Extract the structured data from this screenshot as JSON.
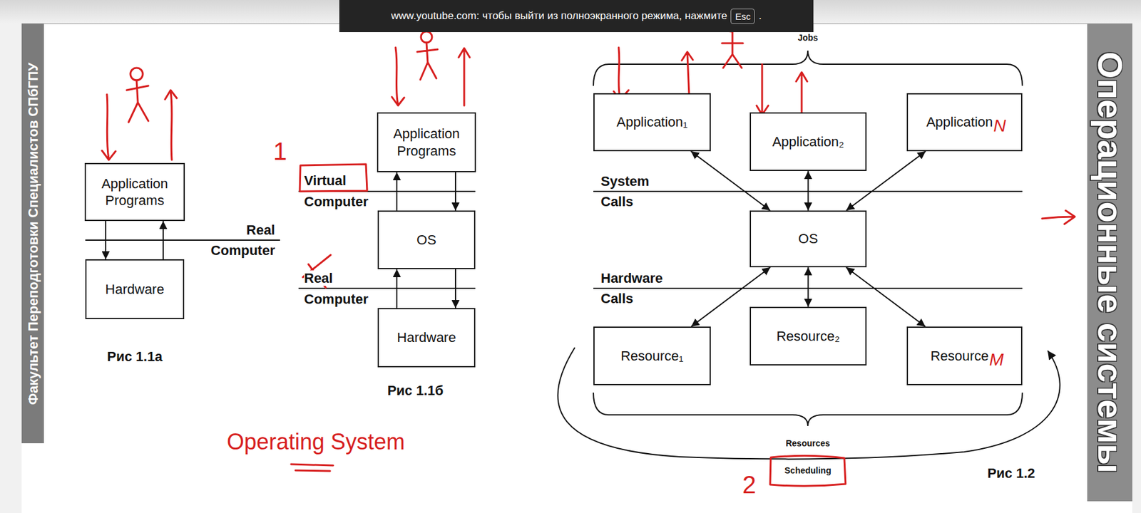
{
  "diagram": {
    "title": "Операционные системы",
    "nodes": [
      {
        "text": [
          "Application Programs"
        ]
      },
      {
        "text": [
          "Hardware"
        ]
      },
      {
        "text": [
          "Application Programs"
        ]
      },
      {
        "text": [
          "OS"
        ]
      },
      {
        "text": [
          "Hardware"
        ]
      },
      {
        "text": [
          "Application₁"
        ]
      },
      {
        "text": [
          "Application₂"
        ]
      },
      {
        "text": [
          "Application"
        ]
      },
      {
        "text": [
          "OS"
        ]
      },
      {
        "text": [
          "Resource₁"
        ]
      },
      {
        "text": [
          "Resource₂"
        ]
      },
      {
        "text": [
          "Resource"
        ]
      }
    ],
    "edges": [
      {
        "from": 0,
        "to": 1,
        "arrow": "to"
      },
      {
        "from": 1,
        "to": 0,
        "arrow": "to"
      },
      {
        "from": 2,
        "to": 3,
        "arrow": "to"
      },
      {
        "from": 3,
        "to": 2,
        "arrow": "to"
      },
      {
        "from": 3,
        "to": 4,
        "arrow": "to"
      },
      {
        "from": 4,
        "to": 3,
        "arrow": "to"
      },
      {
        "from": 5,
        "to": 8,
        "arrow": "both"
      },
      {
        "from": 6,
        "to": 8,
        "arrow": "both"
      },
      {
        "from": 7,
        "to": 8,
        "arrow": "both"
      },
      {
        "from": 8,
        "to": 9,
        "arrow": "both"
      },
      {
        "from": 8,
        "to": 10,
        "arrow": "both"
      },
      {
        "from": 8,
        "to": 11,
        "arrow": "both"
      }
    ],
    "labels": [
      "www.youtube.com: чтобы выйти из полноэкранного режима, нажмите",
      "Esc",
      ".",
      "Факультет Переподготовки Специалистов СПбГПУ",
      "Real Computer",
      "Рис 1.1а",
      "Virtual Computer",
      "Real Computer",
      "Рис 1.1б",
      "1",
      "Operating System",
      "Jobs",
      "System Calls",
      "Hardware Calls",
      "N",
      "M",
      "Resources",
      "Scheduling",
      "2",
      "Рис 1.2"
    ]
  }
}
